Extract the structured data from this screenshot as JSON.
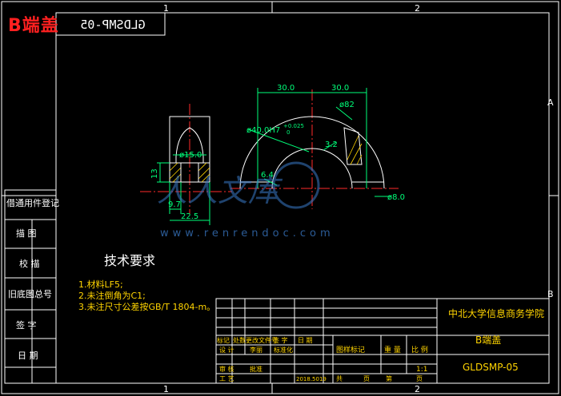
{
  "title": {
    "label": "B端盖",
    "mirror_code": "GLDSMP-05"
  },
  "frame": {
    "zone_top": [
      "1",
      "2"
    ],
    "zone_bottom": [
      "1",
      "2"
    ],
    "zone_right": [
      "A",
      "B"
    ]
  },
  "dimensions": {
    "top_left": "30.0",
    "top_right": "30.0",
    "dia_82": "ø82",
    "dia_40": "ø40.0H7",
    "tol_upper": "+0.025",
    "tol_lower": "0",
    "roughness": "3.2",
    "chamfer": "6.4",
    "dia_8": "ø8.0",
    "dia_15": "ø15.0",
    "height_13": "13",
    "width_9": "9.7",
    "width_22": "22.5"
  },
  "watermark": {
    "text": "www.renrendoc.com",
    "logo_text": "人人文库"
  },
  "side_labels": [
    "借通用件登记",
    "描 图",
    "校 描",
    "旧底图总号",
    "签 字",
    "日 期"
  ],
  "tech_requirements": {
    "heading": "技术要求",
    "items": [
      "1.材料LF5;",
      "2.未注倒角为C1;",
      "3.未注尺寸公差按GB/T 1804-m。"
    ]
  },
  "title_block": {
    "school": "中北大学信息商务学院",
    "part_name": "B端盖",
    "drawing_code": "GLDSMP-05",
    "scale": "1:1",
    "row_headers": [
      "标记",
      "处数",
      "更改文件号",
      "签 字",
      "日 期"
    ],
    "row_designer": [
      "设 计",
      "李丽",
      "标准化"
    ],
    "row_review": [
      "审 核",
      "",
      ""
    ],
    "row_process": [
      "工 艺",
      "",
      "批准"
    ],
    "date": "2018.5019",
    "stage_labels": [
      "图样标记",
      "重 量",
      "比 例"
    ],
    "sheet": [
      "共",
      "页",
      "第",
      "页"
    ]
  }
}
